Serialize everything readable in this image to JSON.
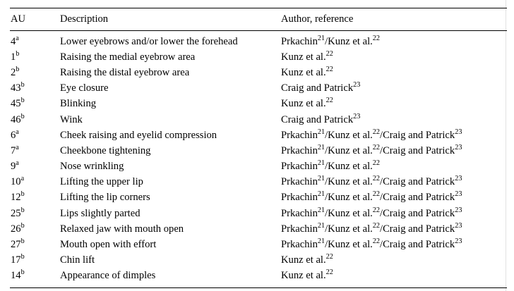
{
  "table": {
    "columns": [
      {
        "key": "au",
        "label": "AU"
      },
      {
        "key": "description",
        "label": "Description"
      },
      {
        "key": "author",
        "label": "Author, reference"
      }
    ],
    "rows": [
      {
        "au": "4",
        "au_note": "a",
        "description": "Lower eyebrows and/or lower the forehead",
        "authors": [
          {
            "name": "Prkachin",
            "ref": "21"
          },
          {
            "name": "Kunz et al.",
            "ref": "22"
          }
        ]
      },
      {
        "au": "1",
        "au_note": "b",
        "description": "Raising the medial eyebrow area",
        "authors": [
          {
            "name": "Kunz et al.",
            "ref": "22"
          }
        ]
      },
      {
        "au": "2",
        "au_note": "b",
        "description": "Raising the distal eyebrow area",
        "authors": [
          {
            "name": "Kunz et al.",
            "ref": "22"
          }
        ]
      },
      {
        "au": "43",
        "au_note": "b",
        "description": "Eye closure",
        "authors": [
          {
            "name": "Craig and Patrick",
            "ref": "23"
          }
        ]
      },
      {
        "au": "45",
        "au_note": "b",
        "description": "Blinking",
        "authors": [
          {
            "name": "Kunz et al.",
            "ref": "22"
          }
        ]
      },
      {
        "au": "46",
        "au_note": "b",
        "description": "Wink",
        "authors": [
          {
            "name": "Craig and Patrick",
            "ref": "23"
          }
        ]
      },
      {
        "au": "6",
        "au_note": "a",
        "description": "Cheek raising and eyelid compression",
        "authors": [
          {
            "name": "Prkachin",
            "ref": "21"
          },
          {
            "name": "Kunz et al.",
            "ref": "22"
          },
          {
            "name": "Craig and Patrick",
            "ref": "23"
          }
        ]
      },
      {
        "au": "7",
        "au_note": "a",
        "description": "Cheekbone tightening",
        "authors": [
          {
            "name": "Prkachin",
            "ref": "21"
          },
          {
            "name": "Kunz et al.",
            "ref": "22"
          },
          {
            "name": "Craig and Patrick",
            "ref": "23"
          }
        ]
      },
      {
        "au": "9",
        "au_note": "a",
        "description": "Nose wrinkling",
        "authors": [
          {
            "name": "Prkachin",
            "ref": "21"
          },
          {
            "name": "Kunz et al.",
            "ref": "22"
          }
        ]
      },
      {
        "au": "10",
        "au_note": "a",
        "description": "Lifting the upper lip",
        "authors": [
          {
            "name": "Prkachin",
            "ref": "21"
          },
          {
            "name": "Kunz et al.",
            "ref": "22"
          },
          {
            "name": "Craig and Patrick",
            "ref": "23"
          }
        ]
      },
      {
        "au": "12",
        "au_note": "b",
        "description": "Lifting the lip corners",
        "authors": [
          {
            "name": "Prkachin",
            "ref": "21"
          },
          {
            "name": "Kunz et al.",
            "ref": "22"
          },
          {
            "name": "Craig and Patrick",
            "ref": "23"
          }
        ]
      },
      {
        "au": "25",
        "au_note": "b",
        "description": "Lips slightly parted",
        "authors": [
          {
            "name": "Prkachin",
            "ref": "21"
          },
          {
            "name": "Kunz et al.",
            "ref": "22"
          },
          {
            "name": "Craig and Patrick",
            "ref": "23"
          }
        ]
      },
      {
        "au": "26",
        "au_note": "b",
        "description": "Relaxed jaw with mouth open",
        "authors": [
          {
            "name": "Prkachin",
            "ref": "21"
          },
          {
            "name": "Kunz et al.",
            "ref": "22"
          },
          {
            "name": "Craig and Patrick",
            "ref": "23"
          }
        ]
      },
      {
        "au": "27",
        "au_note": "b",
        "description": "Mouth open with effort",
        "authors": [
          {
            "name": "Prkachin",
            "ref": "21"
          },
          {
            "name": "Kunz et al.",
            "ref": "22"
          },
          {
            "name": "Craig and Patrick",
            "ref": "23"
          }
        ]
      },
      {
        "au": "17",
        "au_note": "b",
        "description": "Chin lift",
        "authors": [
          {
            "name": "Kunz et al.",
            "ref": "22"
          }
        ]
      },
      {
        "au": "14",
        "au_note": "b",
        "description": "Appearance of dimples",
        "authors": [
          {
            "name": "Kunz et al.",
            "ref": "22"
          }
        ]
      }
    ],
    "author_separator": "/"
  },
  "style": {
    "rule_color": "#000000",
    "text_color": "#000000",
    "background": "#ffffff"
  }
}
